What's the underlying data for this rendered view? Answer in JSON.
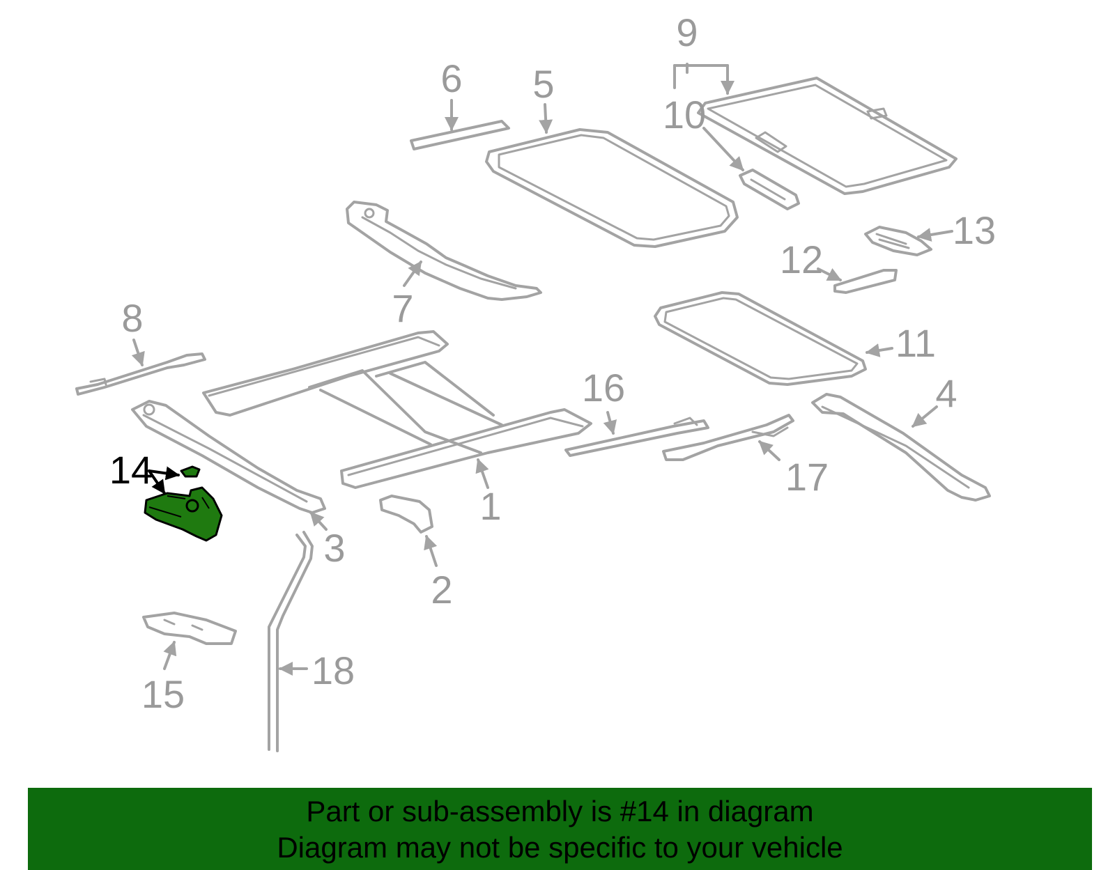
{
  "callouts": {
    "c1": "1",
    "c2": "2",
    "c3": "3",
    "c4": "4",
    "c5": "5",
    "c6": "6",
    "c7": "7",
    "c8": "8",
    "c9": "9",
    "c10": "10",
    "c11": "11",
    "c12": "12",
    "c13": "13",
    "c14": "14",
    "c15": "15",
    "c16": "16",
    "c17": "17",
    "c18": "18"
  },
  "highlight": {
    "callout": "14",
    "fill_color": "#1f7a10"
  },
  "banner": {
    "line1": "Part or sub-assembly is #14 in diagram",
    "line2": "Diagram may not be specific to your vehicle",
    "background": "#0d6b0d"
  }
}
